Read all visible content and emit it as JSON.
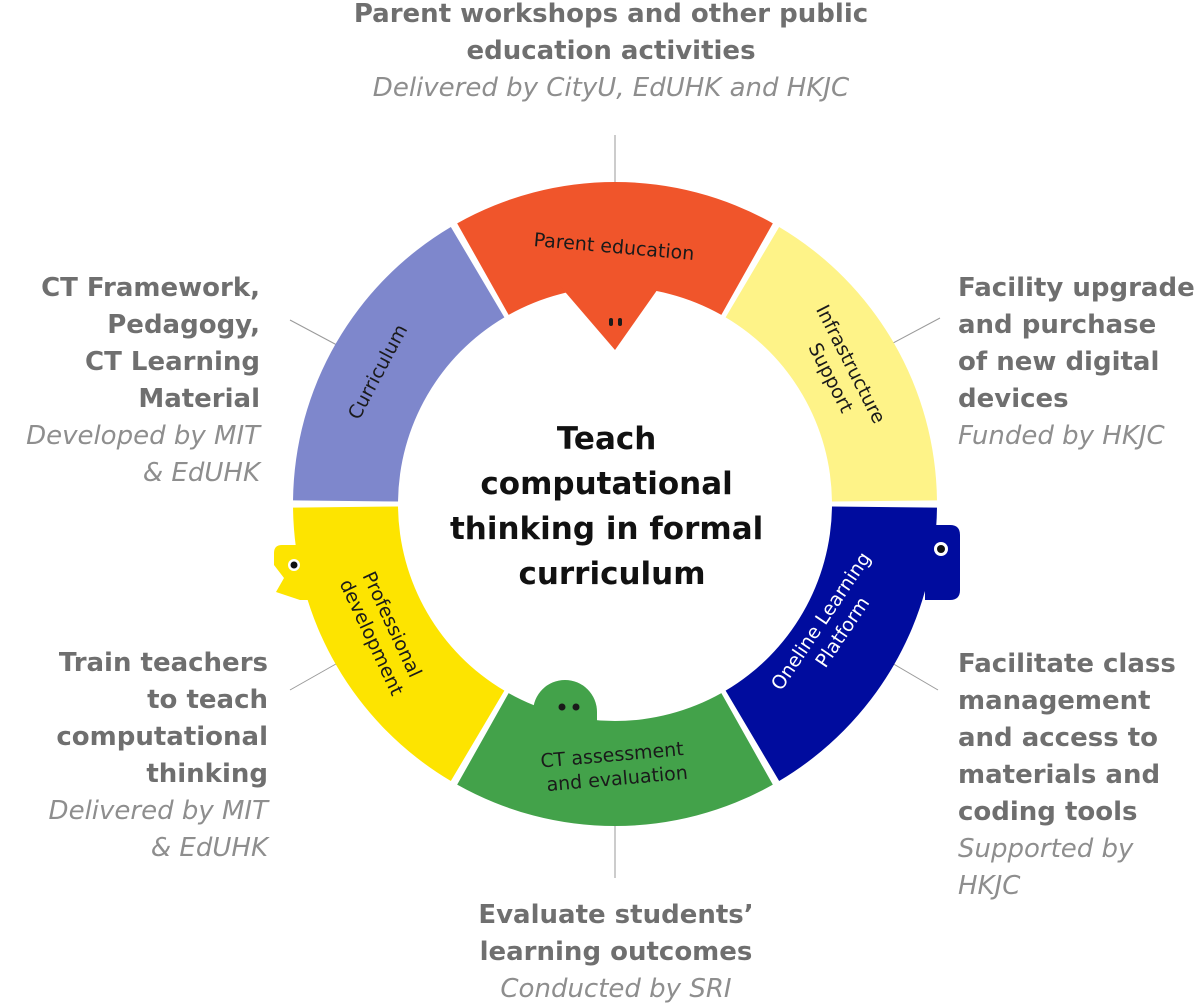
{
  "center": {
    "lines": [
      "Teach",
      "computational",
      "thinking in formal",
      "curriculum"
    ]
  },
  "segments": [
    {
      "id": "parent-education",
      "label_lines": [
        "Parent education"
      ],
      "color": "#f0552b"
    },
    {
      "id": "infrastructure",
      "label_lines": [
        "Infrastructure",
        "Support"
      ],
      "color": "#fef388"
    },
    {
      "id": "online-platform",
      "label_lines": [
        "Oneline Learning",
        "Platform"
      ],
      "color": "#000c9e"
    },
    {
      "id": "assessment",
      "label_lines": [
        "CT assessment",
        "and evaluation"
      ],
      "color": "#43a24a"
    },
    {
      "id": "professional-development",
      "label_lines": [
        "Professional",
        "development"
      ],
      "color": "#fde400"
    },
    {
      "id": "curriculum",
      "label_lines": [
        "Curriculum"
      ],
      "color": "#7e87cc"
    }
  ],
  "descriptions": {
    "top": {
      "lines": [
        "Parent workshops and other public",
        "education activities"
      ],
      "sub": [
        "Delivered by CityU, EdUHK and HKJC"
      ]
    },
    "right_top": {
      "lines": [
        "Facility upgrade",
        "and purchase",
        "of new digital",
        "devices"
      ],
      "sub": [
        "Funded by HKJC"
      ]
    },
    "right_bottom": {
      "lines": [
        "Facilitate class",
        "management",
        "and access to",
        "materials and",
        "coding tools"
      ],
      "sub": [
        "Supported by",
        "HKJC"
      ]
    },
    "bottom": {
      "lines": [
        "Evaluate students’",
        "learning outcomes"
      ],
      "sub": [
        "Conducted by SRI"
      ]
    },
    "left_bottom": {
      "lines": [
        "Train teachers",
        "to teach",
        "computational",
        "thinking"
      ],
      "sub": [
        "Delivered by MIT",
        "& EdUHK"
      ]
    },
    "left_top": {
      "lines": [
        "CT Framework,",
        "Pedagogy,",
        "CT Learning",
        "Material"
      ],
      "sub": [
        "Developed by MIT",
        "& EdUHK"
      ]
    }
  }
}
